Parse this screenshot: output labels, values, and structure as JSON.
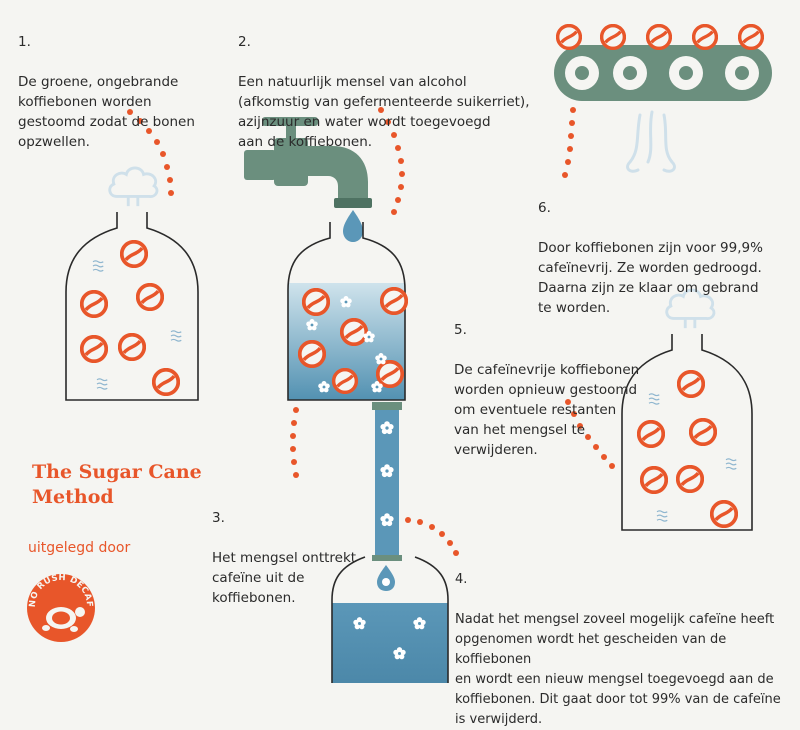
{
  "title": "The Sugar Cane\nMethod",
  "byline": "uitgelegd door",
  "logo_text": "NO RUSH DECAF",
  "colors": {
    "accent": "#e8562a",
    "machine": "#6b8f7e",
    "water": "#5b97b8",
    "steam": "#cfe0ea",
    "bottle_outline": "#2a2a2a",
    "background": "#f5f5f2"
  },
  "steps": [
    {
      "num": "1.",
      "text": "De groene, ongebrande\nkoffiebonen worden\ngestoomd zodat de bonen\nopzwellen."
    },
    {
      "num": "2.",
      "text": "Een natuurlijk mensel van alcohol\n(afkomstig van gefermenteerde suikerriet),\nazijnzuur en water wordt toegevoegd\naan de koffiebonen."
    },
    {
      "num": "3.",
      "text": "Het mengsel onttrekt\ncafeïne uit de\nkoffiebonen."
    },
    {
      "num": "4.",
      "text": "Nadat het mengsel zoveel mogelijk cafeïne heeft\nopgenomen wordt het gescheiden van de koffiebonen\nen wordt een nieuw mengsel toegevoegd aan de\nkoffiebonen. Dit gaat door tot 99% van de cafeïne\nis verwijderd."
    },
    {
      "num": "5.",
      "text": "De cafeïnevrije koffiebonen\nworden opnieuw gestoomd\nom eventuele restanten\nvan het mengsel te\nverwijderen."
    },
    {
      "num": "6.",
      "text": "Door koffiebonen zijn voor 99,9%\ncafeïnevrij. Ze worden gedroogd.\nDaarna zijn ze klaar om gebrand\nte worden."
    }
  ],
  "icons": {
    "jar": "glass-jar-icon",
    "bean": "coffee-bean-icon",
    "steam": "steam-cloud-icon",
    "tap": "water-tap-icon",
    "drop": "water-drop-icon",
    "flower": "molecule-flower-icon",
    "conveyor": "conveyor-belt-icon",
    "logo": "turtle-logo-icon"
  }
}
